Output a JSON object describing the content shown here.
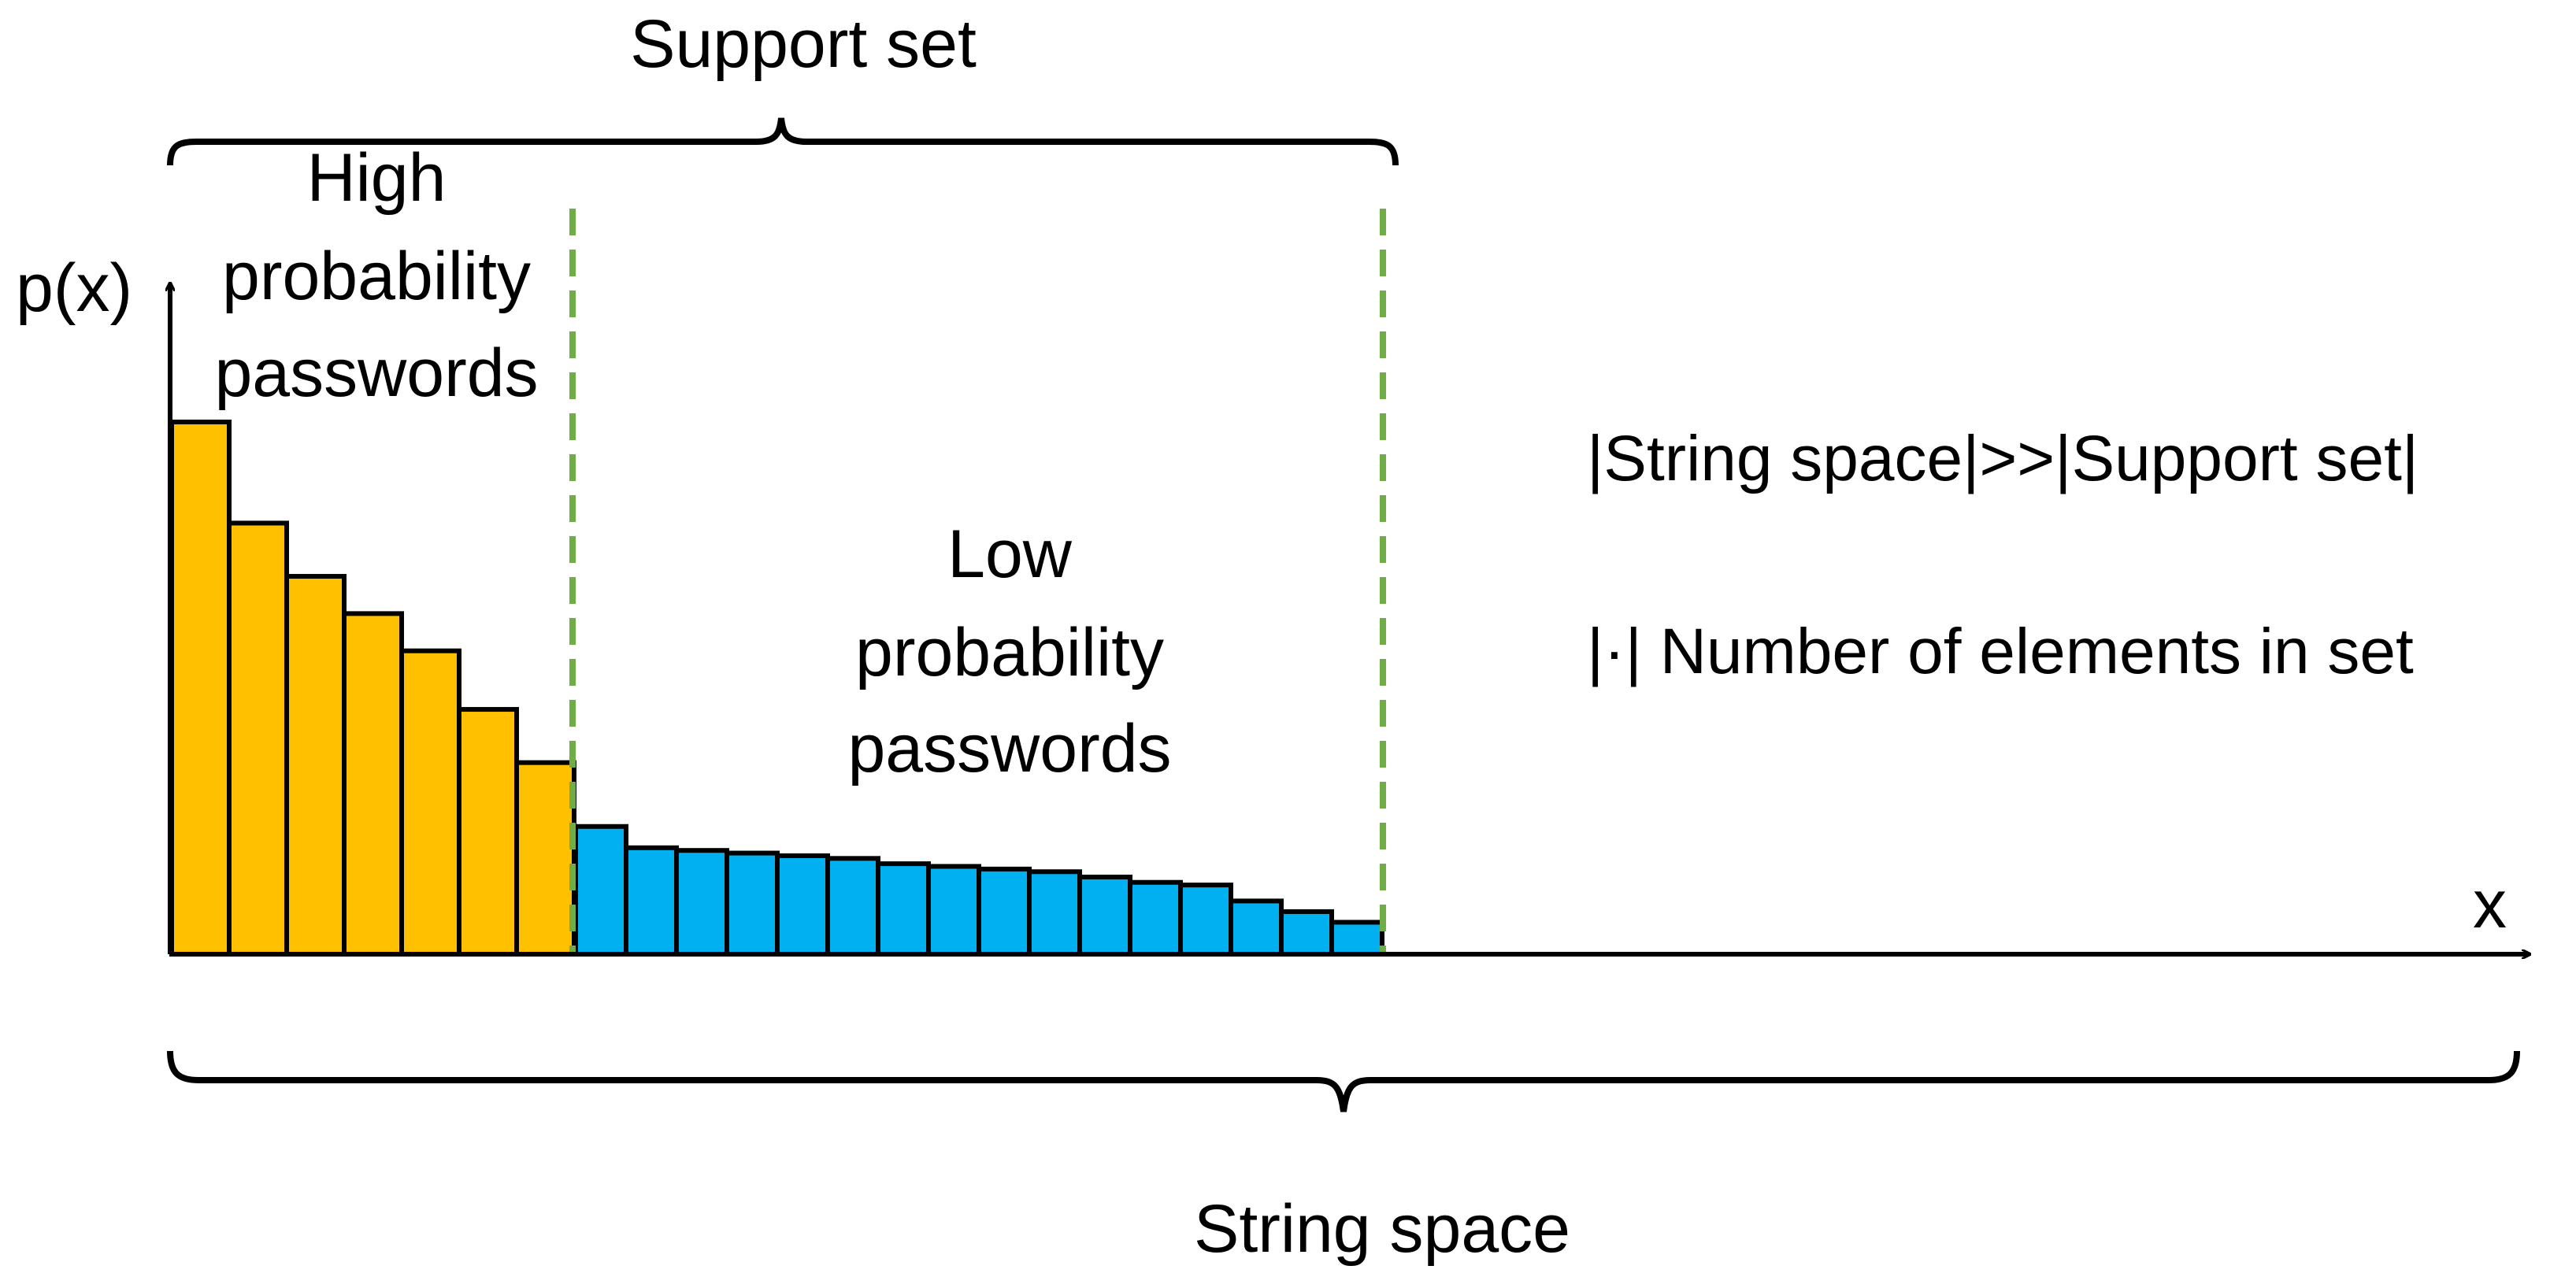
{
  "labels": {
    "support_set": "Support set",
    "string_space": "String space",
    "y_axis": "p(x)",
    "x_axis": "x",
    "high_group": [
      "High",
      "probability",
      "passwords"
    ],
    "low_group": [
      "Low",
      "probability",
      "passwords"
    ],
    "relation": "|String space|>>|Support set|",
    "notation": "|·| Number of elements in set"
  },
  "chart_data": {
    "type": "bar",
    "bars_high": [
      1.0,
      0.81,
      0.71,
      0.64,
      0.57,
      0.46,
      0.36
    ],
    "bars_low": [
      0.24,
      0.2,
      0.195,
      0.19,
      0.185,
      0.18,
      0.17,
      0.165,
      0.16,
      0.155,
      0.145,
      0.135,
      0.13,
      0.1,
      0.08,
      0.06
    ],
    "colors": {
      "high": "#FFC000",
      "low": "#00B0F0",
      "boundary": "#70AD47",
      "outline": "#000000"
    }
  }
}
